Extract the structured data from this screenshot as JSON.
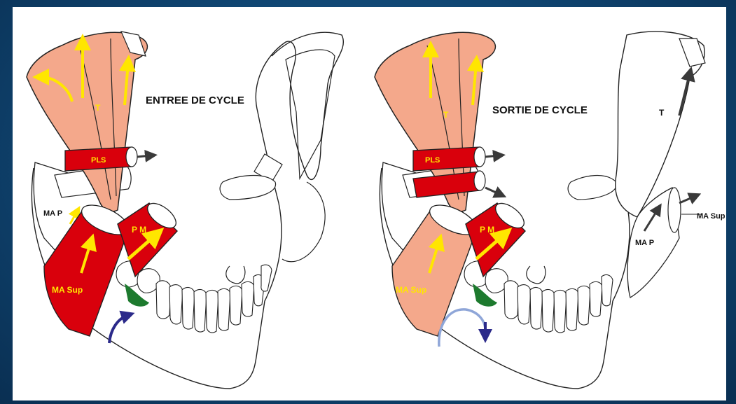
{
  "panels": [
    {
      "title": "ENTREE DE CYCLE",
      "labels": {
        "t": "T",
        "pls": "PLS",
        "map": "MA P",
        "pm": "P M",
        "masup": "MA Sup"
      }
    },
    {
      "title": "SORTIE DE CYCLE",
      "labels": {
        "t": "T",
        "t_right": "T",
        "pls": "PLS",
        "map": "MA P",
        "pm": "P M",
        "masup_left": "MA Sup",
        "masup_right": "MA Sup"
      }
    }
  ],
  "colors": {
    "muscle_red": "#d9000c",
    "muscle_salmon": "#f4a88b",
    "arrow_yellow": "#ffe600",
    "arrow_dark": "#3a3a3a",
    "rotation_arrow": "#2b2a8a",
    "rotation_arrow_light": "#8fa6d8",
    "gum_green": "#1d7a2e",
    "background": "#114a78"
  }
}
